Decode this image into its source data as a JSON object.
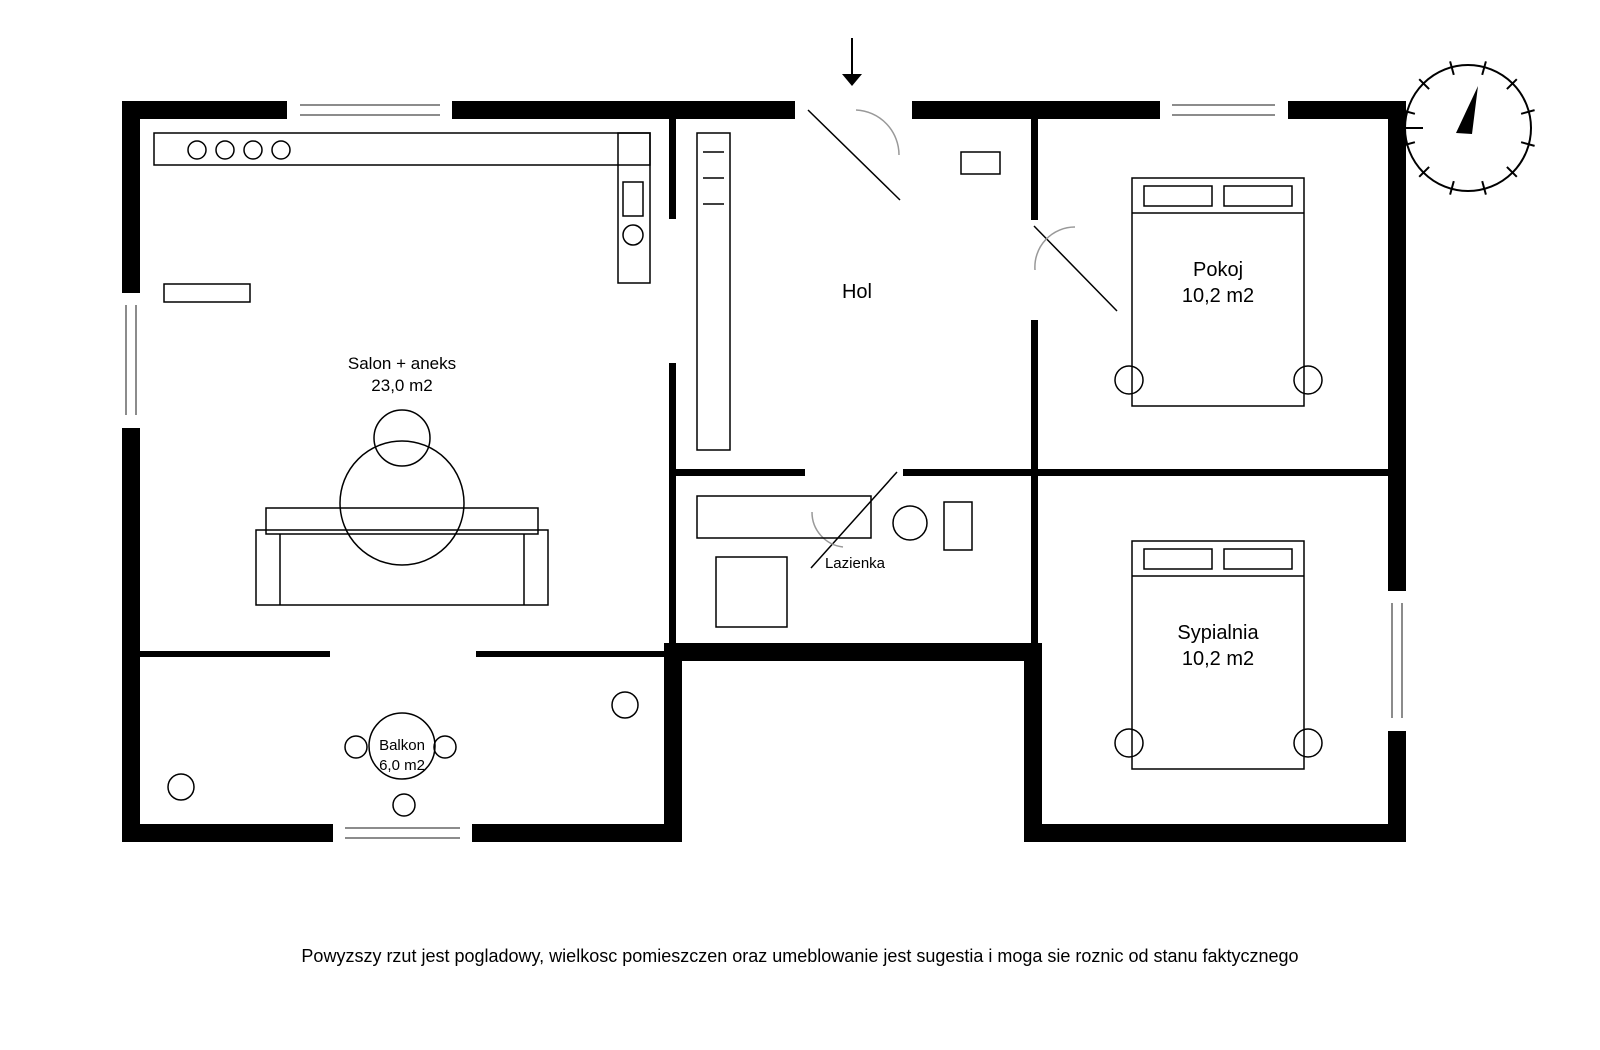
{
  "rooms": {
    "salon": {
      "name": "Salon + aneks",
      "area": "23,0 m2"
    },
    "hol": {
      "name": "Hol"
    },
    "pokoj": {
      "name": "Pokoj",
      "area": "10,2 m2"
    },
    "lazienka": {
      "name": "Lazienka"
    },
    "sypialnia": {
      "name": "Sypialnia",
      "area": "10,2 m2"
    },
    "balkon": {
      "name": "Balkon",
      "area": "6,0 m2"
    }
  },
  "disclaimer": "Powyzszy rzut jest pogladowy, wielkosc pomieszczen oraz umeblowanie jest sugestia i moga sie roznic od stanu faktycznego",
  "colors": {
    "wall": "#000000",
    "line": "#000000",
    "window": "#666666",
    "door_arc": "#999999",
    "background": "#ffffff"
  }
}
